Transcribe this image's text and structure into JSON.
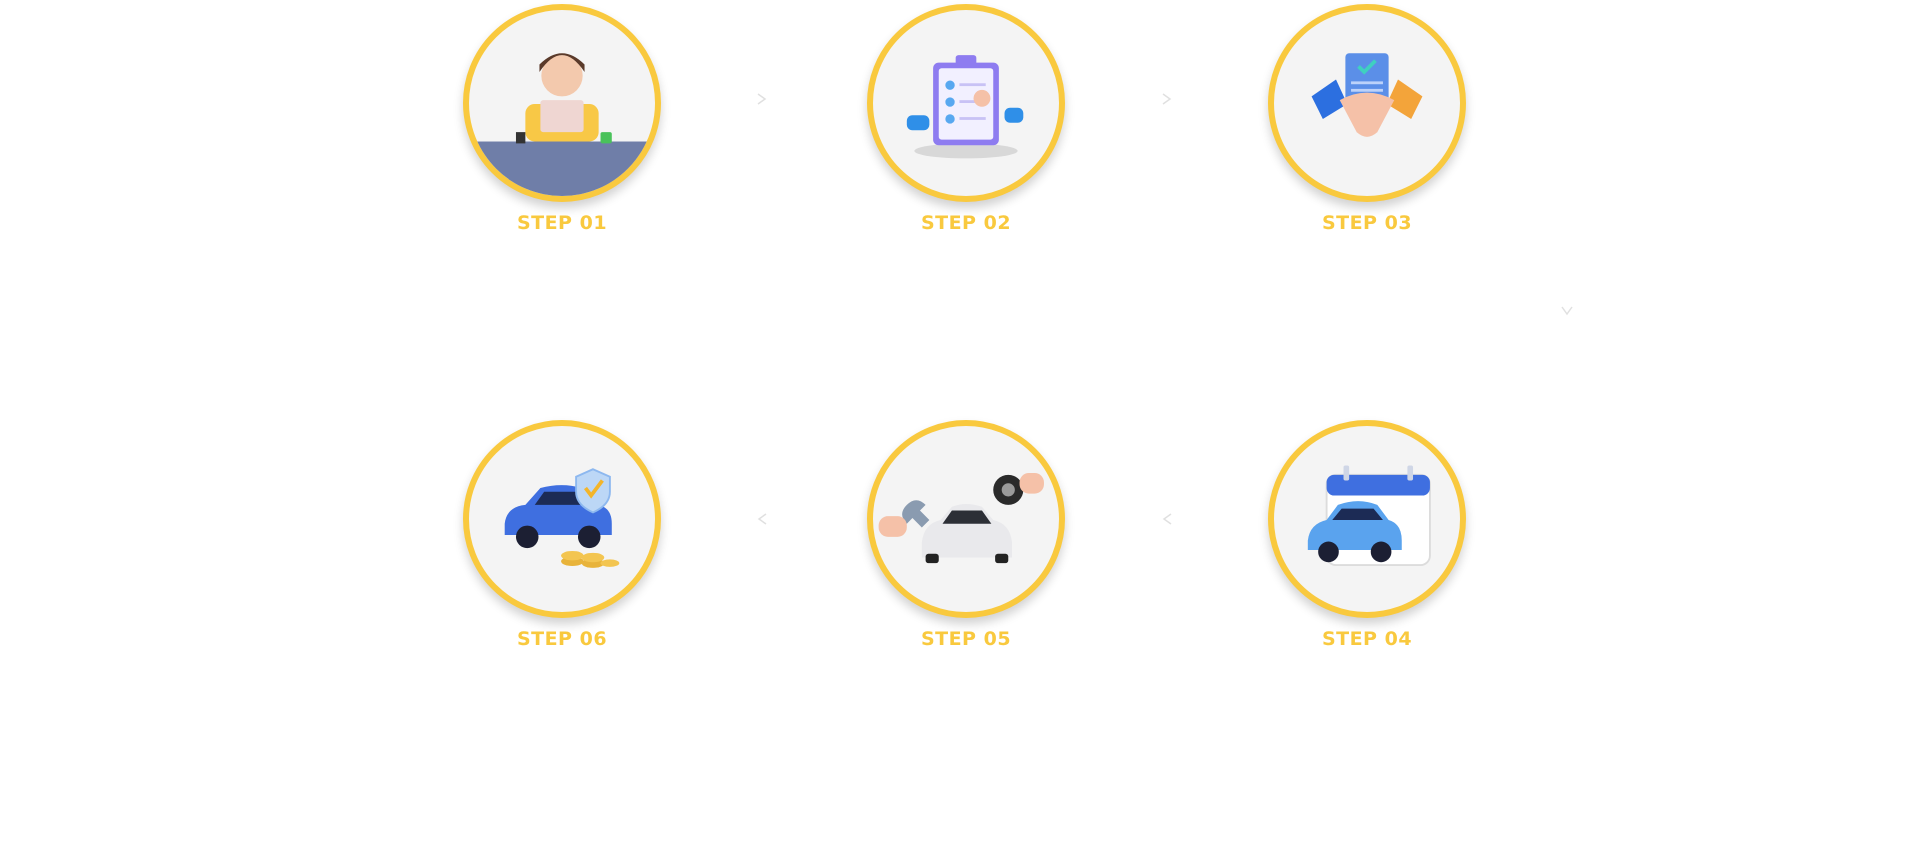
{
  "steps": [
    {
      "id": 1,
      "label": "STEP 01",
      "icon": "support-agent-icon"
    },
    {
      "id": 2,
      "label": "STEP 02",
      "icon": "clipboard-checklist-icon"
    },
    {
      "id": 3,
      "label": "STEP 03",
      "icon": "handshake-icon"
    },
    {
      "id": 4,
      "label": "STEP 04",
      "icon": "car-calendar-icon"
    },
    {
      "id": 5,
      "label": "STEP 05",
      "icon": "car-repair-icon"
    },
    {
      "id": 6,
      "label": "STEP 06",
      "icon": "car-insurance-coins-icon"
    }
  ],
  "colors": {
    "accent": "#f9c93e",
    "circle_bg": "#f4f4f4",
    "car_blue": "#3f6fe0",
    "background": "#ffffff"
  }
}
